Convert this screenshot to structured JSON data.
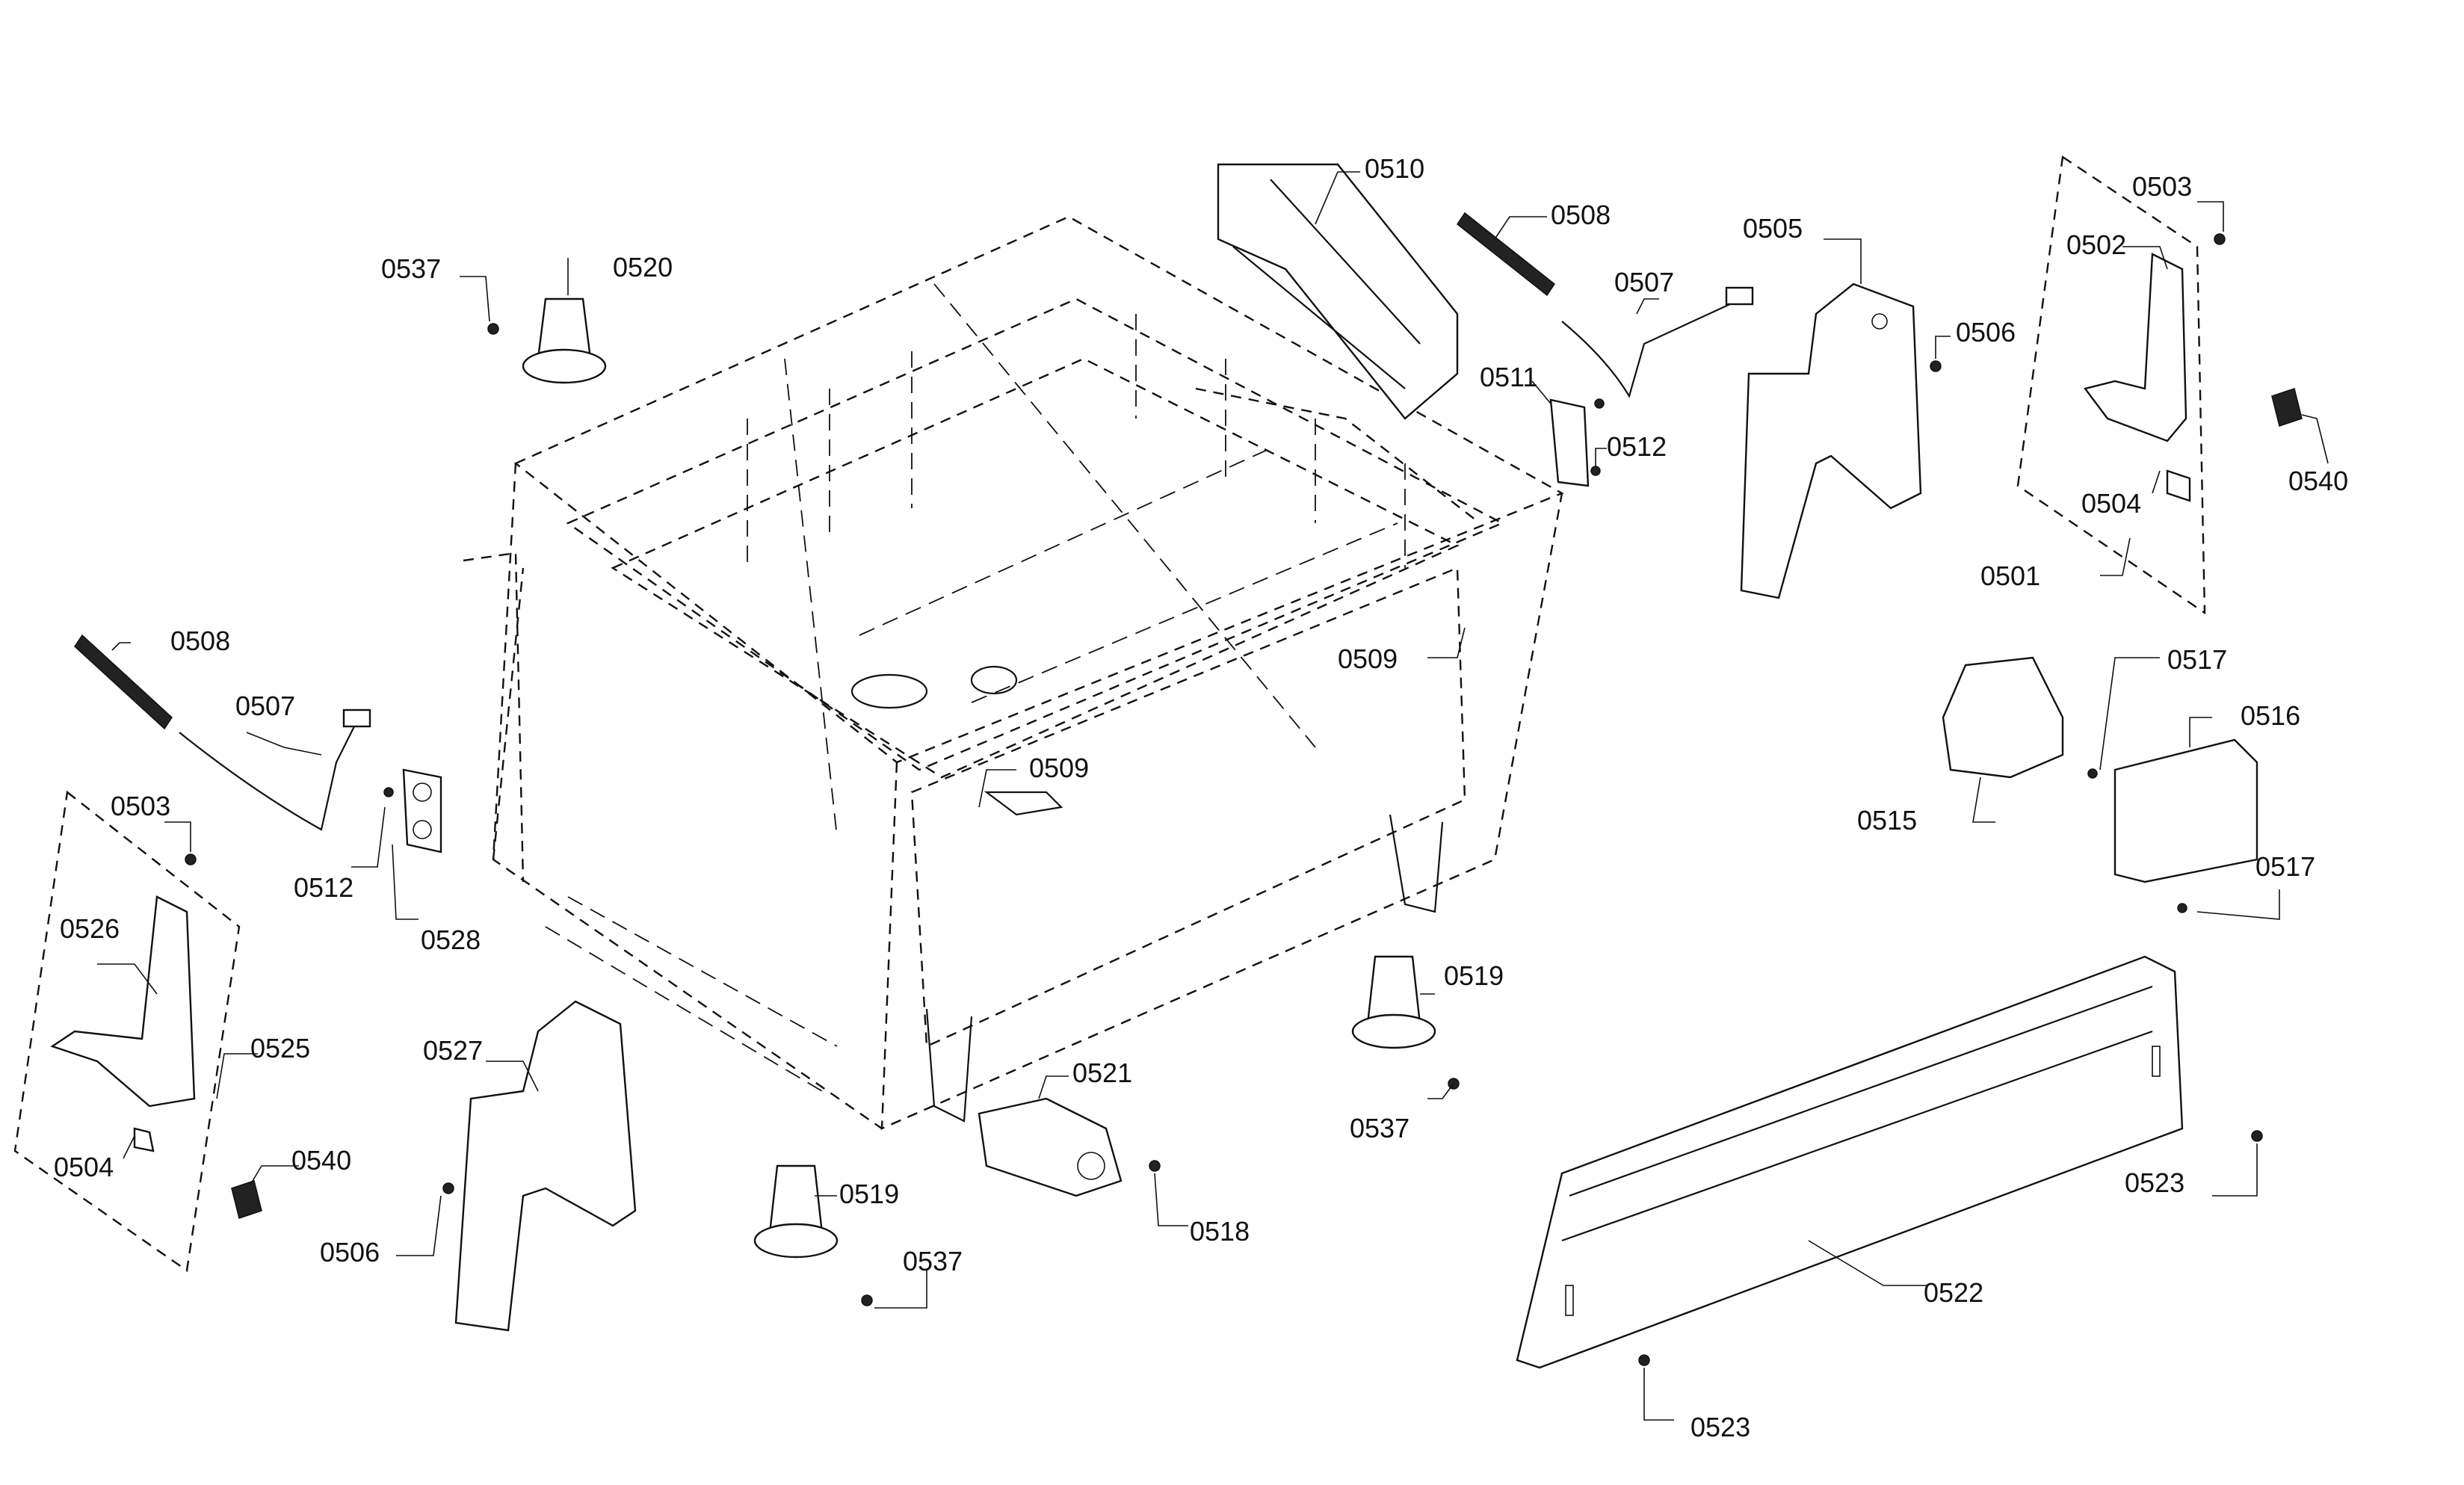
{
  "labels": {
    "l0510": "0510",
    "l0508a": "0508",
    "l0505": "0505",
    "l0503a": "0503",
    "l0502": "0502",
    "l0537a": "0537",
    "l0520": "0520",
    "l0507a": "0507",
    "l0506a": "0506",
    "l0511": "0511",
    "l0512a": "0512",
    "l0540a": "0540",
    "l0504a": "0504",
    "l0501": "0501",
    "l0508b": "0508",
    "l0509a": "0509",
    "l0517a": "0517",
    "l0507b": "0507",
    "l0516": "0516",
    "l0503b": "0503",
    "l0509b": "0509",
    "l0515": "0515",
    "l0512b": "0512",
    "l0517b": "0517",
    "l0526": "0526",
    "l0528": "0528",
    "l0519a": "0519",
    "l0525": "0525",
    "l0527": "0527",
    "l0521": "0521",
    "l0537b": "0537",
    "l0504b": "0504",
    "l0540b": "0540",
    "l0518": "0518",
    "l0523a": "0523",
    "l0506b": "0506",
    "l0519b": "0519",
    "l0537c": "0537",
    "l0522": "0522",
    "l0523b": "0523"
  }
}
